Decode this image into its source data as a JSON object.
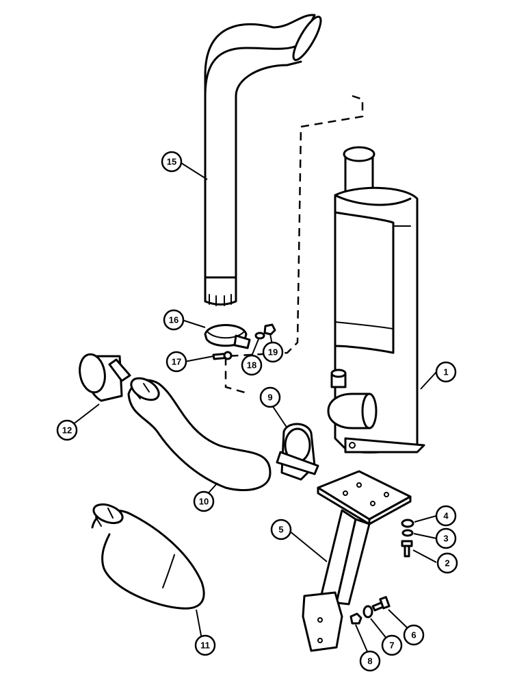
{
  "callouts": [
    {
      "id": "1",
      "label": "1"
    },
    {
      "id": "2",
      "label": "2"
    },
    {
      "id": "3",
      "label": "3"
    },
    {
      "id": "4",
      "label": "4"
    },
    {
      "id": "5",
      "label": "5"
    },
    {
      "id": "6",
      "label": "6"
    },
    {
      "id": "7",
      "label": "7"
    },
    {
      "id": "8",
      "label": "8"
    },
    {
      "id": "9",
      "label": "9"
    },
    {
      "id": "10",
      "label": "10"
    },
    {
      "id": "11",
      "label": "11"
    },
    {
      "id": "12",
      "label": "12"
    },
    {
      "id": "15",
      "label": "15"
    },
    {
      "id": "16",
      "label": "16"
    },
    {
      "id": "17",
      "label": "17"
    },
    {
      "id": "18",
      "label": "18"
    },
    {
      "id": "19",
      "label": "19"
    }
  ]
}
